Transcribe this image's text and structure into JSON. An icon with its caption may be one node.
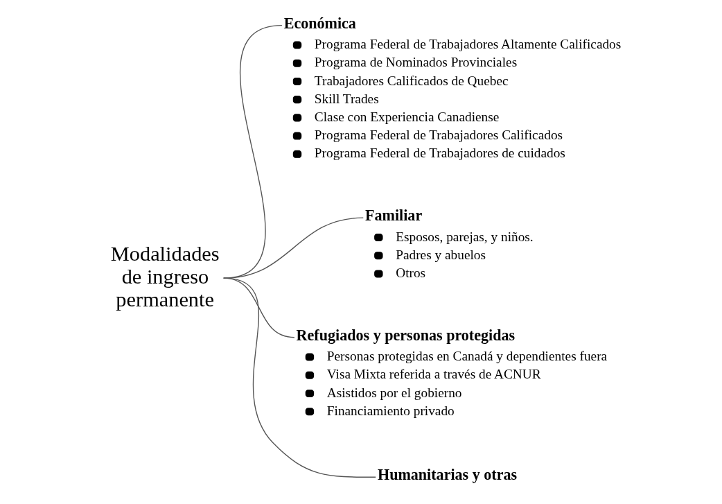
{
  "diagram": {
    "nodes": [
      {
        "text": [
          "Modalidades de ingreso permanente"
        ]
      },
      {
        "text": [
          "Económica",
          "Programa Federal de Trabajadores Altamente Calificados",
          "Programa de Nominados Provinciales",
          "Trabajadores Calificados de Quebec",
          "Skill Trades",
          "Clase con Experiencia Canadiense",
          "Programa Federal de Trabajadores Calificados",
          "Programa Federal de Trabajadores de cuidados"
        ]
      },
      {
        "text": [
          "Familiar",
          "Esposos, parejas, y niños.",
          "Padres y abuelos",
          "Otros"
        ]
      },
      {
        "text": [
          "Refugiados y personas protegidas",
          "Personas protegidas en Canadá y dependientes fuera",
          "Visa Mixta referida a través de ACNUR",
          "Asistidos por el gobierno",
          "Financiamiento privado"
        ]
      },
      {
        "text": [
          "Humanitarias y otras"
        ]
      }
    ],
    "edges": [
      {
        "from": 0,
        "to": 1,
        "arrow": "none"
      },
      {
        "from": 0,
        "to": 2,
        "arrow": "none"
      },
      {
        "from": 0,
        "to": 3,
        "arrow": "none"
      },
      {
        "from": 0,
        "to": 4,
        "arrow": "none"
      }
    ]
  }
}
